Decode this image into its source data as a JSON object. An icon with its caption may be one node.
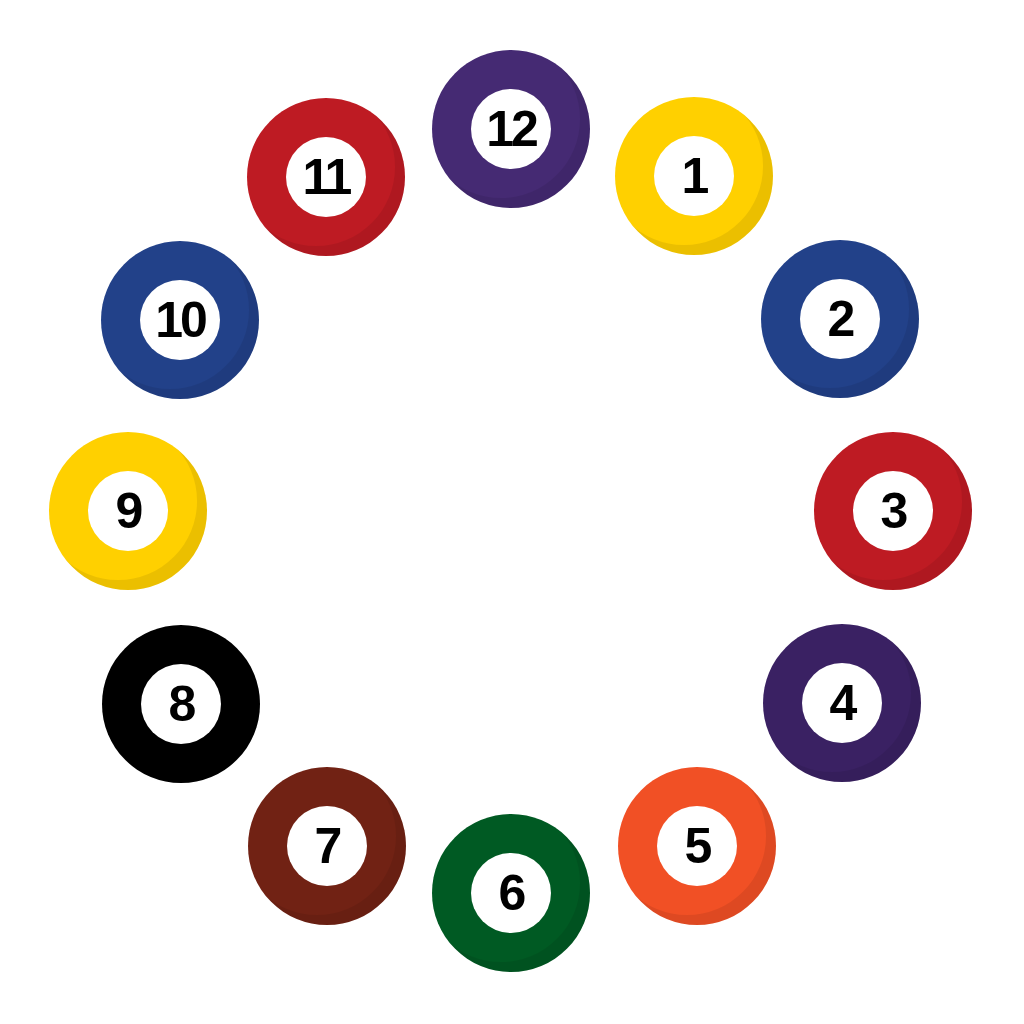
{
  "diagram": {
    "nodes": [
      {
        "text": [
          "12"
        ]
      },
      {
        "text": [
          "1"
        ]
      },
      {
        "text": [
          "2"
        ]
      },
      {
        "text": [
          "3"
        ]
      },
      {
        "text": [
          "4"
        ]
      },
      {
        "text": [
          "5"
        ]
      },
      {
        "text": [
          "6"
        ]
      },
      {
        "text": [
          "7"
        ]
      },
      {
        "text": [
          "8"
        ]
      },
      {
        "text": [
          "9"
        ]
      },
      {
        "text": [
          "10"
        ]
      },
      {
        "text": [
          "11"
        ]
      }
    ]
  }
}
